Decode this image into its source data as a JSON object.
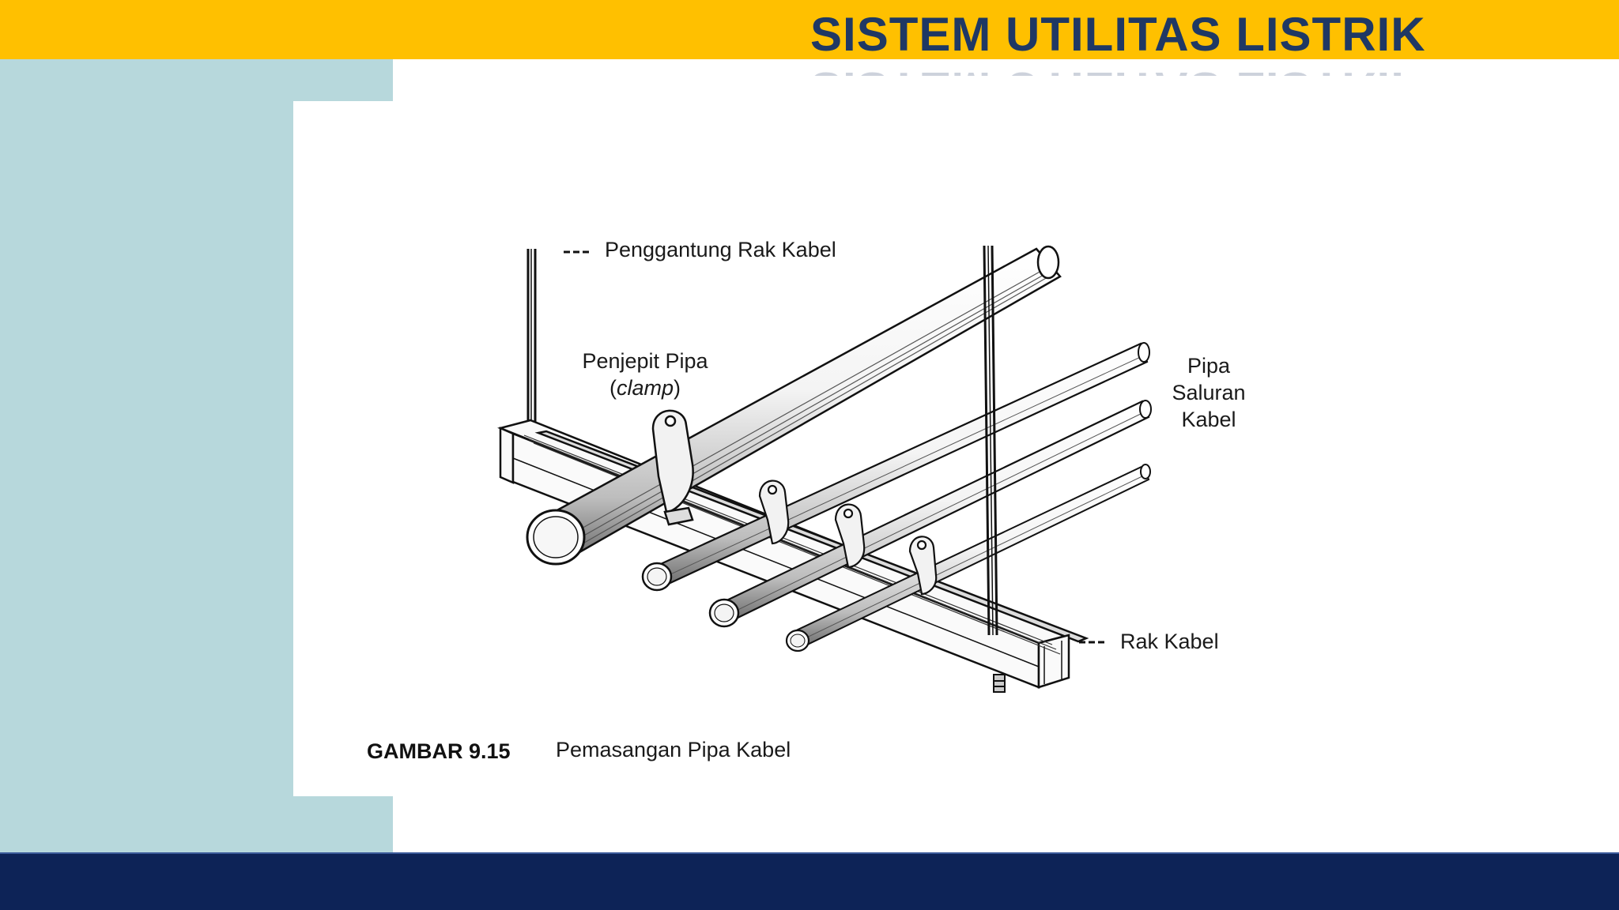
{
  "slide": {
    "title": "SISTEM UTILITAS LISTRIK"
  },
  "figure": {
    "labels": {
      "hanger": "Penggantung Rak Kabel",
      "clamp_line1": "Penjepit Pipa",
      "clamp_open": "(",
      "clamp_italic": "clamp",
      "clamp_close": ")",
      "conduit_line1": "Pipa",
      "conduit_line2": "Saluran",
      "conduit_line3": "Kabel",
      "tray": "Rak Kabel"
    },
    "caption": {
      "figure_number": "GAMBAR 9.15",
      "text": "Pemasangan Pipa Kabel"
    }
  },
  "colors": {
    "top_bar": "#FFC000",
    "title_text": "#1F3864",
    "side_panel": "#B7D8DC",
    "bottom_bar": "#0D2357"
  }
}
